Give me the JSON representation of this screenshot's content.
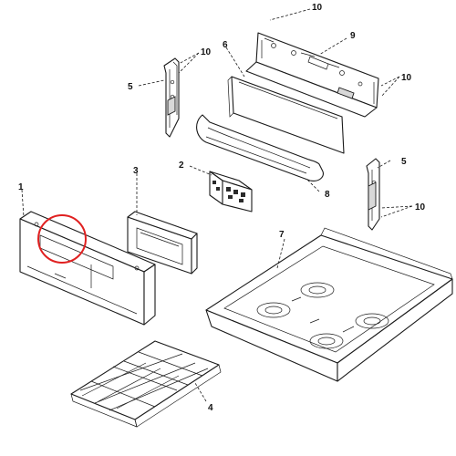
{
  "callouts": {
    "c1": "1",
    "c2": "2",
    "c3": "3",
    "c4": "4",
    "c5a": "5",
    "c5b": "5",
    "c6": "6",
    "c7": "7",
    "c8": "8",
    "c9": "9",
    "c10_top": "10",
    "c10_left": "10",
    "c10_right_upper": "10",
    "c10_right_lower": "10"
  },
  "colors": {
    "line": "#1a1a1a",
    "highlight_circle": "#e02020",
    "background": "#ffffff"
  }
}
